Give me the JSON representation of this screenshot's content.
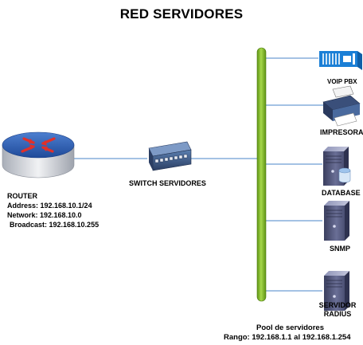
{
  "title": "RED SERVIDORES",
  "router": {
    "name": "ROUTER",
    "address": "Address: 192.168.10.1/24",
    "network": "Network: 192.168.10.0",
    "broadcast": "Broadcast: 192.168.10.255"
  },
  "switch": {
    "name": "SWITCH SERVIDORES"
  },
  "devices": [
    {
      "id": "voip",
      "label": "VOIP PBX",
      "icon": "voip-pbx-icon"
    },
    {
      "id": "printer",
      "label": "IMPRESORA",
      "icon": "printer-icon"
    },
    {
      "id": "database",
      "label": "DATABASE",
      "icon": "database-server-icon"
    },
    {
      "id": "snmp",
      "label": "SNMP",
      "icon": "server-tower-icon"
    },
    {
      "id": "radius",
      "label_line1": "SERVIDOR",
      "label_line2": "RADIUS",
      "icon": "server-tower-icon"
    }
  ],
  "pool": {
    "title": "Pool de servidores",
    "range": "Rango: 192.168.1.1 al 192.168.1.254"
  },
  "colors": {
    "bus": "#7ab51d",
    "link": "#4a86c8",
    "router_red": "#e0302a",
    "router_blue": "#2f5fb0",
    "server_dark": "#4a4f73"
  }
}
